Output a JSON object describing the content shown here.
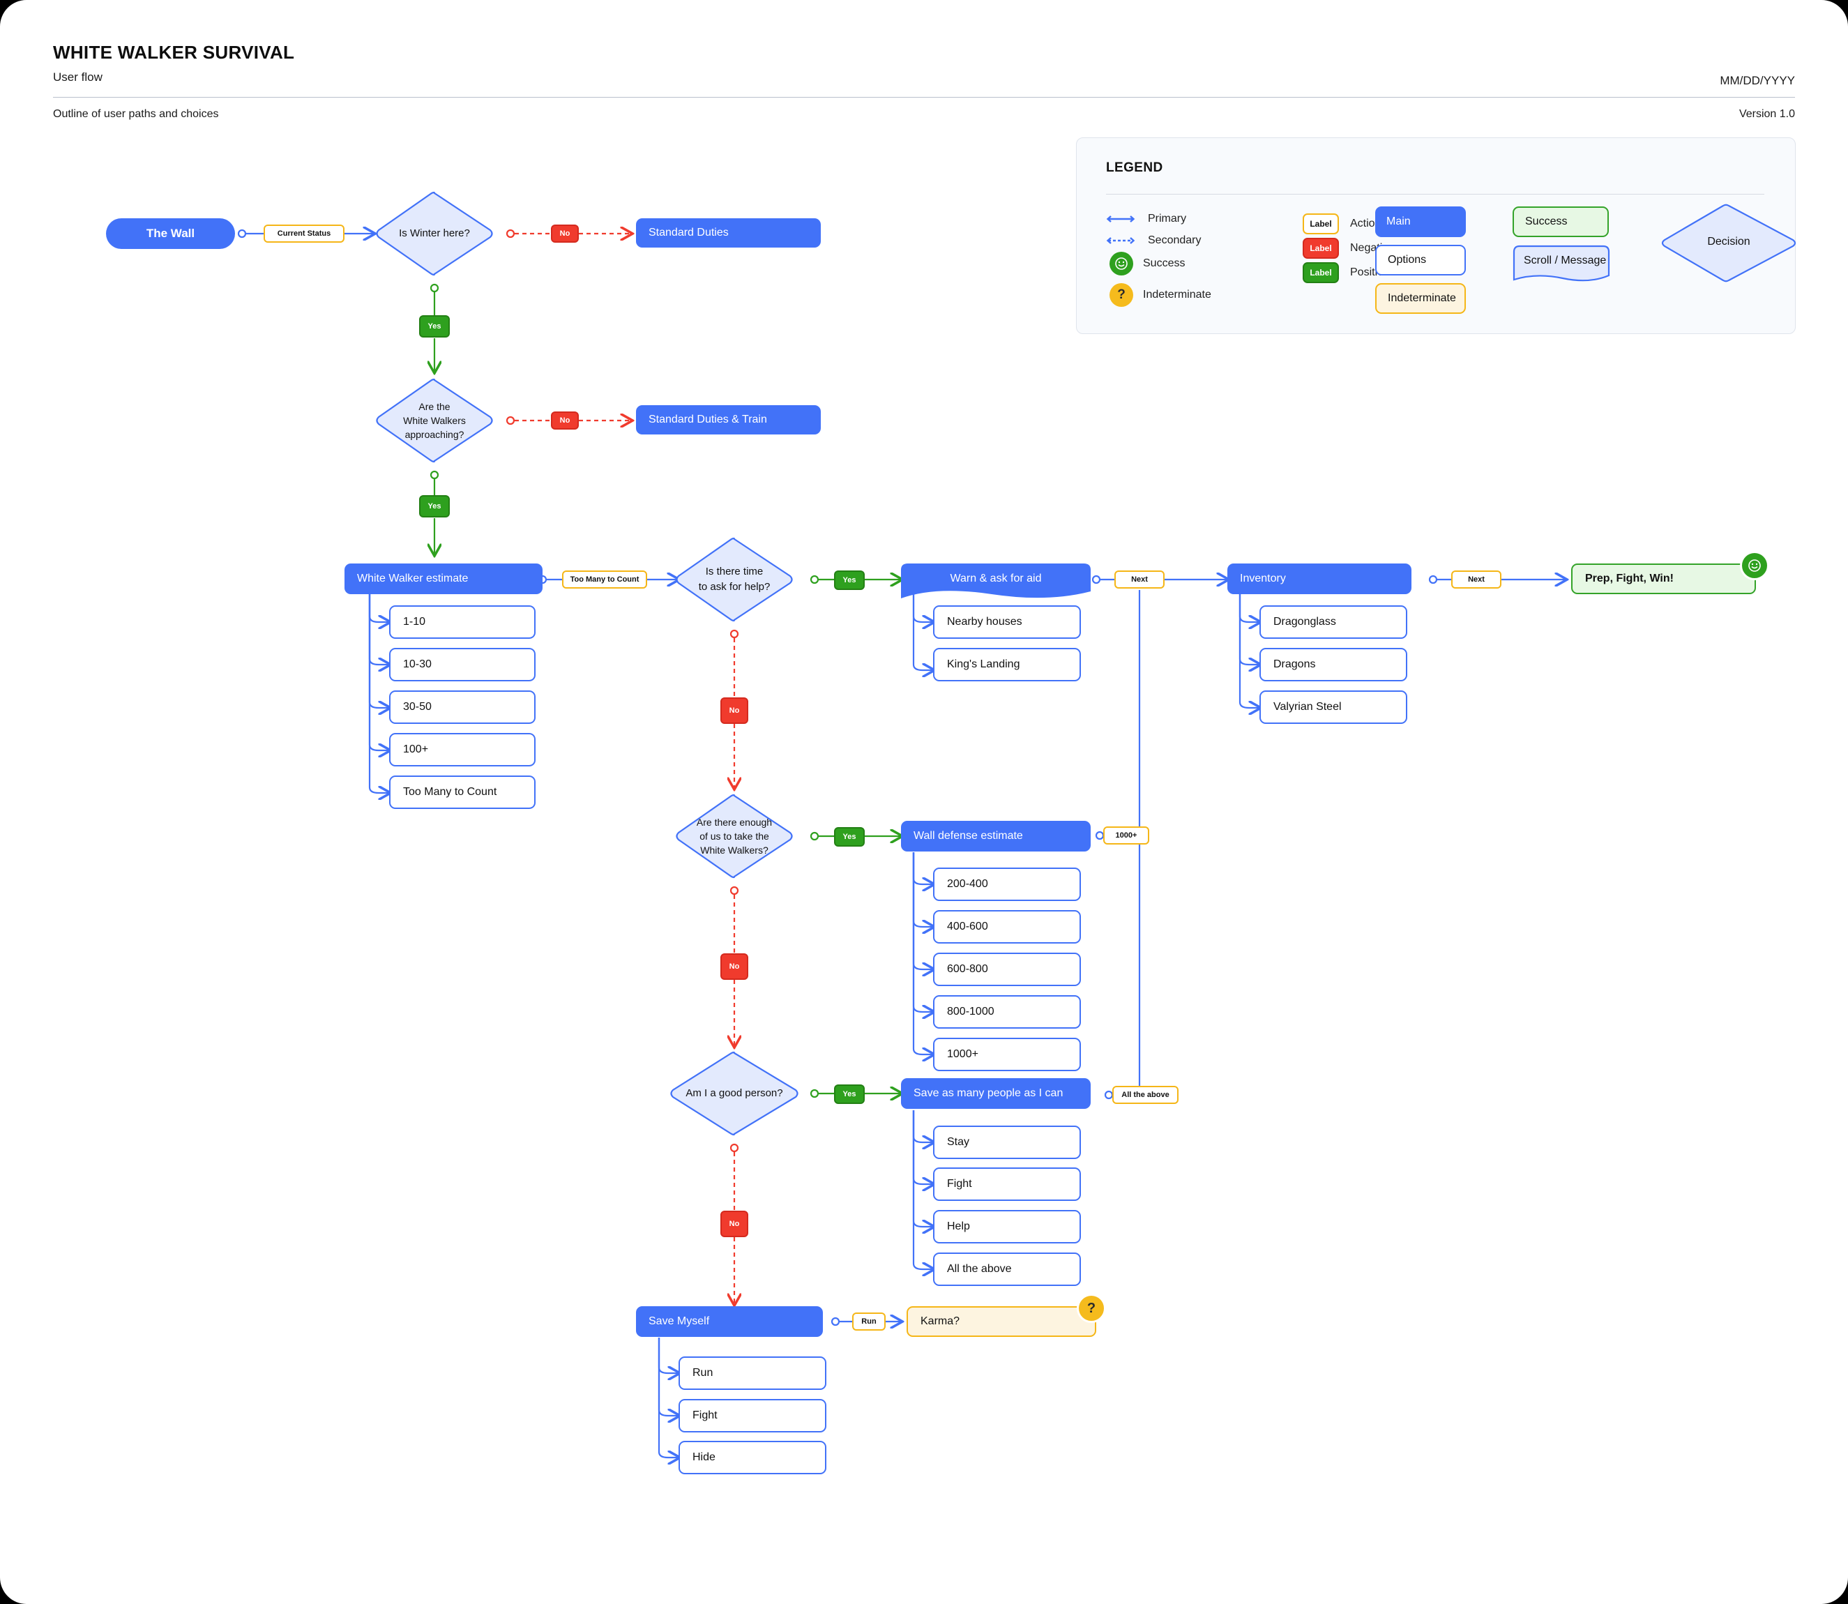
{
  "header": {
    "title": "WHITE WALKER SURVIVAL",
    "subtitle": "User flow",
    "date": "MM/DD/YYYY",
    "note": "Outline of user paths and choices",
    "version": "Version 1.0"
  },
  "legend": {
    "title": "LEGEND",
    "lines": [
      {
        "icon": "arrow-solid-icon",
        "label": "Primary"
      },
      {
        "icon": "arrow-dashed-icon",
        "label": "Secondary"
      },
      {
        "icon": "smiley-icon",
        "label": "Success"
      },
      {
        "icon": "question-icon",
        "label": "Indeterminate"
      }
    ],
    "labels": [
      {
        "chip": "Label",
        "label": "Action",
        "color": "#f5b617"
      },
      {
        "chip": "Label",
        "label": "Negative",
        "color": "#f03b2d"
      },
      {
        "chip": "Label",
        "label": "Positive",
        "color": "#2ea01e"
      }
    ],
    "shapes": [
      {
        "label": "Main",
        "kind": "main"
      },
      {
        "label": "Options",
        "kind": "options"
      },
      {
        "label": "Indeterminate",
        "kind": "indeterminate"
      },
      {
        "label": "Success",
        "kind": "success"
      },
      {
        "label": "Scroll / Message",
        "kind": "scroll"
      },
      {
        "label": "Decision",
        "kind": "decision"
      }
    ]
  },
  "colors": {
    "primary": "#4272f8",
    "decision_fill": "#e3eafd",
    "positive": "#2ea01e",
    "negative": "#f03b2d",
    "action": "#f5b617",
    "success_fill": "#e7f8e4",
    "success_border": "#34a329",
    "indeterminate_fill": "#fdf4e0"
  },
  "flow": {
    "start": "The Wall",
    "decisions": [
      {
        "id": "winter",
        "text": "Is Winter here?"
      },
      {
        "id": "approaching",
        "text": "Are the\nWhite Walkers\napproaching?"
      },
      {
        "id": "time_help",
        "text": "Is there time\nto ask for help?"
      },
      {
        "id": "enough_us",
        "text": "Are there enough\nof us to take the\nWhite Walkers?"
      },
      {
        "id": "good_person",
        "text": "Am I a good person?"
      }
    ],
    "nodes": {
      "standard_duties": "Standard Duties",
      "standard_duties_train": "Standard Duties & Train",
      "ww_estimate": "White Walker estimate",
      "warn_ask_aid": "Warn & ask for aid",
      "inventory": "Inventory",
      "prep_fight_win": "Prep, Fight, Win!",
      "wall_defense": "Wall defense estimate",
      "save_many": "Save as many people as I can",
      "save_myself": "Save Myself",
      "karma": "Karma?"
    },
    "options": {
      "ww_estimate": [
        "1-10",
        "10-30",
        "30-50",
        "100+",
        "Too Many to Count"
      ],
      "warn_ask_aid": [
        "Nearby houses",
        "King's Landing"
      ],
      "inventory": [
        "Dragonglass",
        "Dragons",
        "Valyrian Steel"
      ],
      "wall_defense": [
        "200-400",
        "400-600",
        "600-800",
        "800-1000",
        "1000+"
      ],
      "save_many": [
        "Stay",
        "Fight",
        "Help",
        "All the above"
      ],
      "save_myself": [
        "Run",
        "Fight",
        "Hide"
      ]
    },
    "edge_labels": {
      "current_status": "Current Status",
      "no_1": "No",
      "yes_1": "Yes",
      "no_2": "No",
      "yes_2": "Yes",
      "too_many": "Too Many to Count",
      "yes_help": "Yes",
      "next_1": "Next",
      "next_2": "Next",
      "no_help": "No",
      "yes_enough": "Yes",
      "thousand_plus": "1000+",
      "no_enough": "No",
      "yes_good": "Yes",
      "all_above": "All the above",
      "no_good": "No",
      "run": "Run"
    }
  }
}
